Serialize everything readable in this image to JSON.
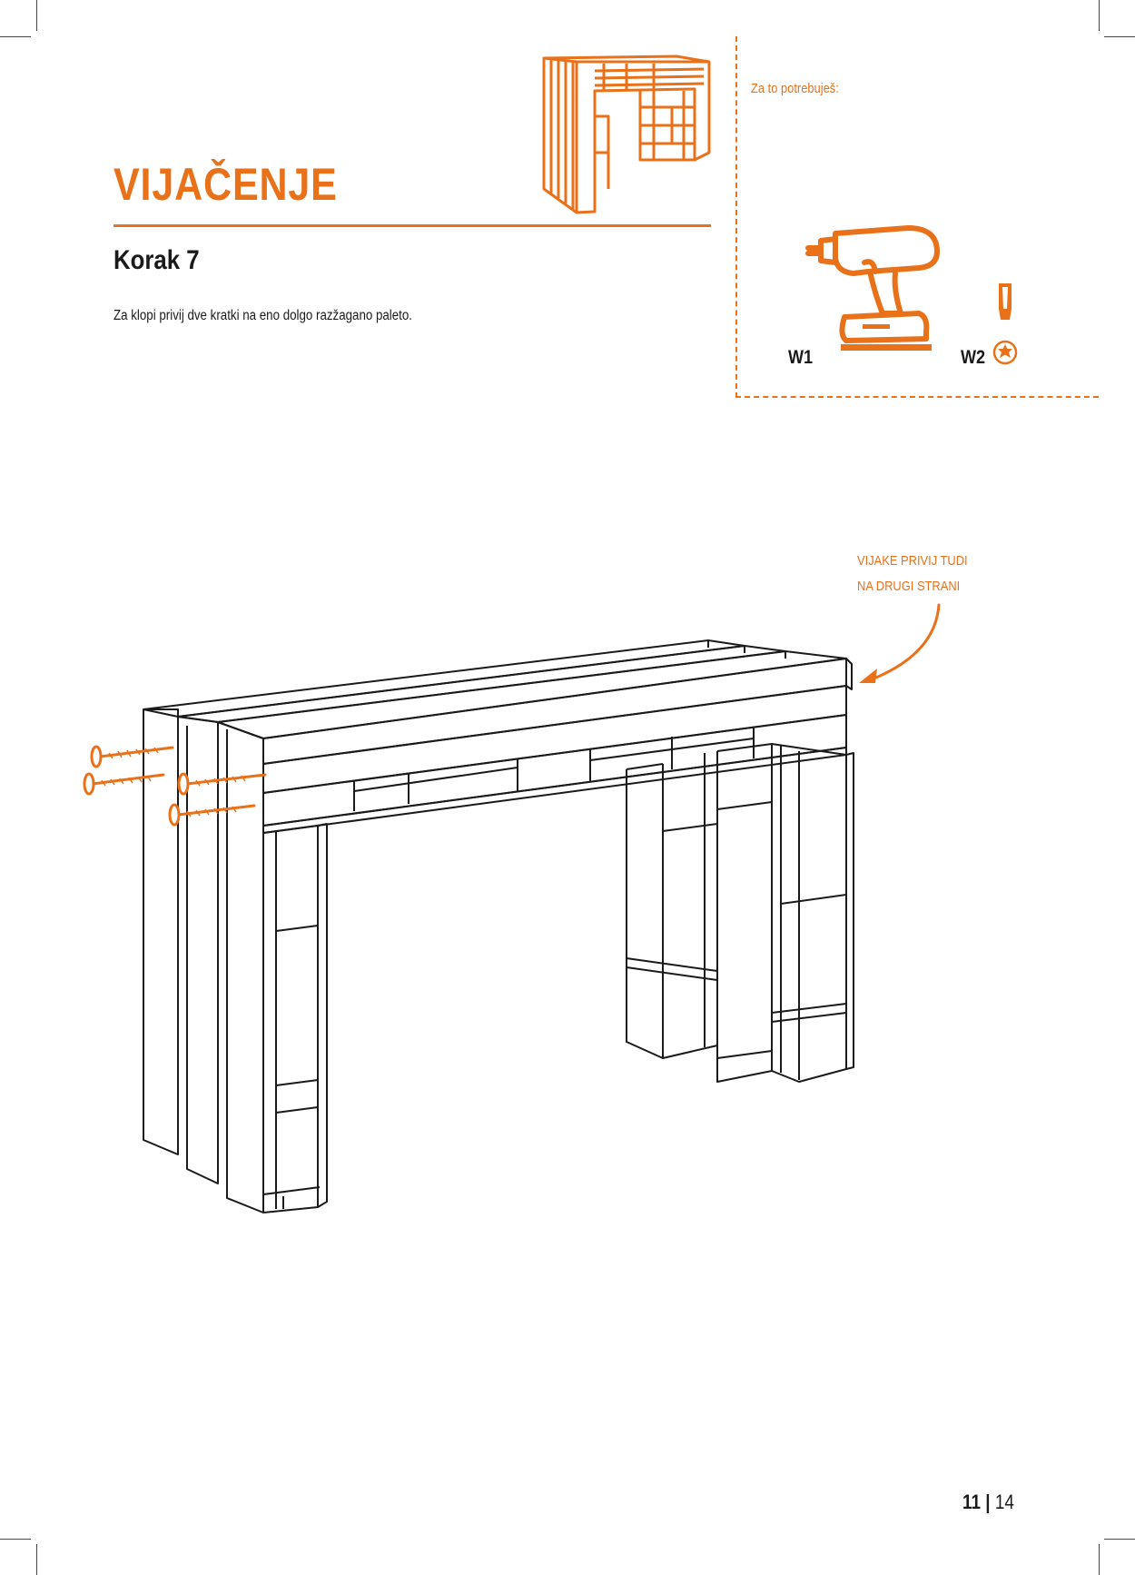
{
  "section": {
    "title": "VIJAČENJE",
    "step": "Korak 7",
    "description": "Za klopi privij dve kratki na eno dolgo razžagano paleto."
  },
  "tools": {
    "heading": "Za to potrebuješ:",
    "items": [
      {
        "code": "W1",
        "icon": "cordless-drill-icon"
      },
      {
        "code": "W2",
        "icon": "torx-bit-icon"
      }
    ]
  },
  "note": {
    "line1": "VIJAKE PRIVIJ TUDI",
    "line2": "NA DRUGI STRANI"
  },
  "page": {
    "current": "11",
    "separator": "|",
    "total": "14"
  },
  "colors": {
    "accent": "#e8711a",
    "line": "#1a1a1a"
  }
}
